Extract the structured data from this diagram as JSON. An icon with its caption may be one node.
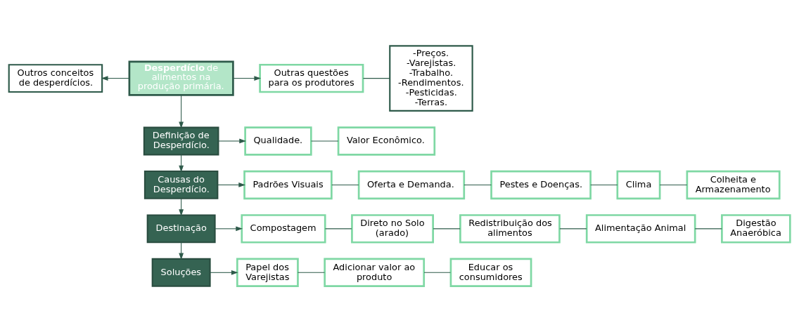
{
  "diagram": {
    "nodes": [
      {
        "text": [
          "Outros conceitos de desperdícios."
        ]
      },
      {
        "text": [
          "**Desperdício** de alimentos na produção primária."
        ]
      },
      {
        "text": [
          "Outras questões para os produtores"
        ]
      },
      {
        "text": [
          "-Preços.",
          "-Varejistas.",
          "-Trabalho.",
          "-Rendimentos.",
          "-Pesticidas.",
          "-Terras."
        ]
      },
      {
        "text": [
          "Definição de Desperdício."
        ]
      },
      {
        "text": [
          "Qualidade."
        ]
      },
      {
        "text": [
          "Valor Econômico."
        ]
      },
      {
        "text": [
          "Causas do Desperdício."
        ]
      },
      {
        "text": [
          "Padrões Visuais"
        ]
      },
      {
        "text": [
          "Oferta e Demanda."
        ]
      },
      {
        "text": [
          "Pestes e Doenças."
        ]
      },
      {
        "text": [
          "Clima"
        ]
      },
      {
        "text": [
          "Colheita e Armazenamento"
        ]
      },
      {
        "text": [
          "Destinação"
        ]
      },
      {
        "text": [
          "Compostagem"
        ]
      },
      {
        "text": [
          "Direto no Solo (arado)"
        ]
      },
      {
        "text": [
          "Redistribuição dos alimentos"
        ]
      },
      {
        "text": [
          "Alimentação Animal"
        ]
      },
      {
        "text": [
          "Digestão Anaeróbica"
        ]
      },
      {
        "text": [
          "Soluções"
        ]
      },
      {
        "text": [
          "Papel dos Varejistas"
        ]
      },
      {
        "text": [
          "Adicionar valor ao produto"
        ]
      },
      {
        "text": [
          "Educar os consumidores"
        ]
      }
    ],
    "edges": [
      {
        "from": 1,
        "to": 0,
        "arrow": "to"
      },
      {
        "from": 1,
        "to": 2,
        "arrow": "to"
      },
      {
        "from": 2,
        "to": 3,
        "arrow": "none"
      },
      {
        "from": 1,
        "to": 4,
        "arrow": "to"
      },
      {
        "from": 4,
        "to": 5,
        "arrow": "to"
      },
      {
        "from": 5,
        "to": 6,
        "arrow": "none"
      },
      {
        "from": 4,
        "to": 7,
        "arrow": "to"
      },
      {
        "from": 7,
        "to": 8,
        "arrow": "to"
      },
      {
        "from": 8,
        "to": 9,
        "arrow": "none"
      },
      {
        "from": 9,
        "to": 10,
        "arrow": "none"
      },
      {
        "from": 10,
        "to": 11,
        "arrow": "none"
      },
      {
        "from": 11,
        "to": 12,
        "arrow": "none"
      },
      {
        "from": 7,
        "to": 13,
        "arrow": "to"
      },
      {
        "from": 13,
        "to": 14,
        "arrow": "to"
      },
      {
        "from": 14,
        "to": 15,
        "arrow": "none"
      },
      {
        "from": 15,
        "to": 16,
        "arrow": "none"
      },
      {
        "from": 16,
        "to": 17,
        "arrow": "none"
      },
      {
        "from": 17,
        "to": 18,
        "arrow": "none"
      },
      {
        "from": 13,
        "to": 19,
        "arrow": "to"
      },
      {
        "from": 19,
        "to": 20,
        "arrow": "to"
      },
      {
        "from": 20,
        "to": 21,
        "arrow": "none"
      },
      {
        "from": 21,
        "to": 22,
        "arrow": "none"
      }
    ]
  }
}
